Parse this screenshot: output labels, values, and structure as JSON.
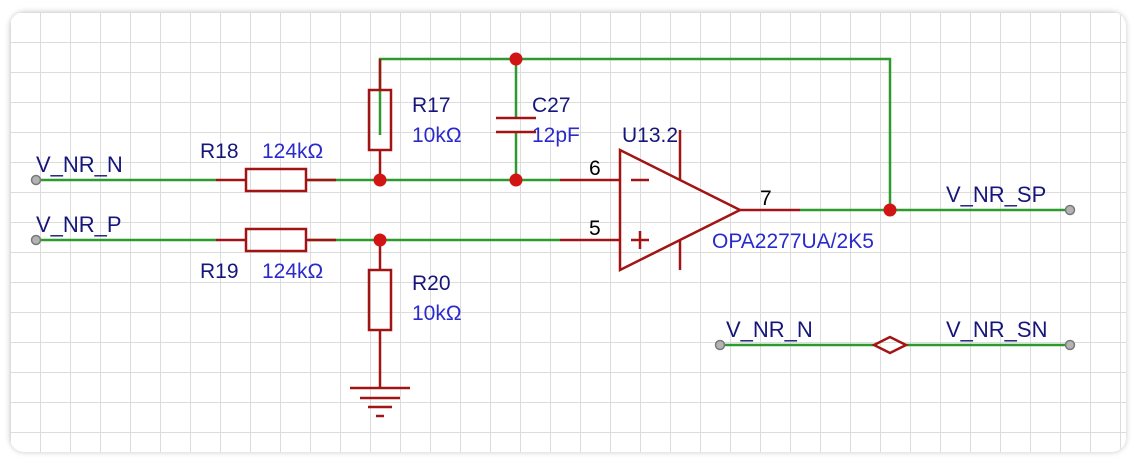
{
  "colors": {
    "wire": "#2e9a2e",
    "component": "#a11414",
    "junction": "#d11515",
    "net_label": "#16167a",
    "value_label": "#2a2acd",
    "grid": "#dcdcdc"
  },
  "nets": {
    "in_n": "V_NR_N",
    "in_p": "V_NR_P",
    "out_sp": "V_NR_SP",
    "tie_left": "V_NR_N",
    "tie_right": "V_NR_SN"
  },
  "components": {
    "r18": {
      "ref": "R18",
      "value": "124kΩ"
    },
    "r19": {
      "ref": "R19",
      "value": "124kΩ"
    },
    "r17": {
      "ref": "R17",
      "value": "10kΩ"
    },
    "r20": {
      "ref": "R20",
      "value": "10kΩ"
    },
    "c27": {
      "ref": "C27",
      "value": "12pF"
    },
    "u13": {
      "ref": "U13.2",
      "part": "OPA2277UA/2K5",
      "pin_inv": "6",
      "pin_noninv": "5",
      "pin_out": "7",
      "minus_sign": "−",
      "plus_sign": "+"
    }
  }
}
